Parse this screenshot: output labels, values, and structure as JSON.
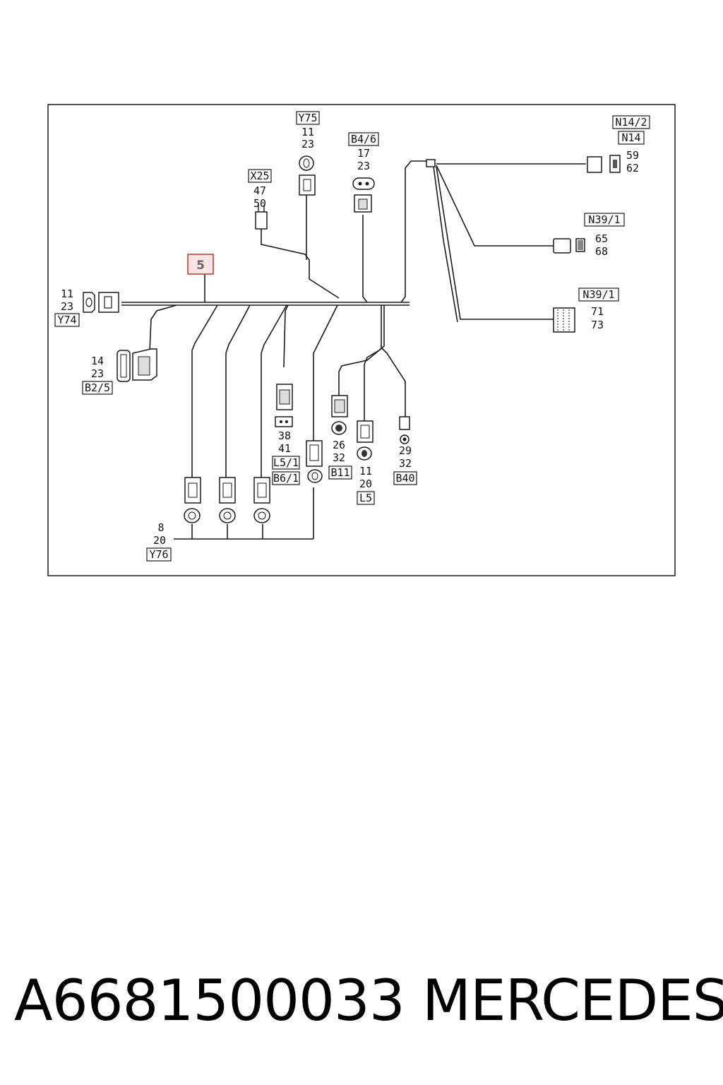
{
  "callout": "5",
  "connectors": {
    "y75": {
      "code": "Y75",
      "a": "11",
      "b": "23"
    },
    "x25": {
      "code": "X25",
      "a": "47",
      "b": "50"
    },
    "b4_6": {
      "code": "B4/6",
      "a": "17",
      "b": "23"
    },
    "n14_2": {
      "code_top": "N14/2",
      "code": "N14",
      "a": "59",
      "b": "62"
    },
    "n39_1_upper": {
      "code": "N39/1",
      "a": "65",
      "b": "68"
    },
    "n39_1_lower": {
      "code": "N39/1",
      "a": "71",
      "b": "73"
    },
    "y74": {
      "code": "Y74",
      "a": "11",
      "b": "23"
    },
    "b2_5": {
      "code": "B2/5",
      "a": "14",
      "b": "23"
    },
    "l5_1": {
      "code_top": "L5/1",
      "code": "B6/1",
      "a": "38",
      "b": "41"
    },
    "b11": {
      "code": "B11",
      "a": "26",
      "b": "32"
    },
    "l5": {
      "code": "L5",
      "a": "11",
      "b": "20"
    },
    "b40": {
      "code": "B40",
      "a": "29",
      "b": "32"
    },
    "y76": {
      "code": "Y76",
      "a": "8",
      "b": "20"
    }
  },
  "footer": {
    "part_number": "A6681500033",
    "brand": "MERCEDES"
  }
}
